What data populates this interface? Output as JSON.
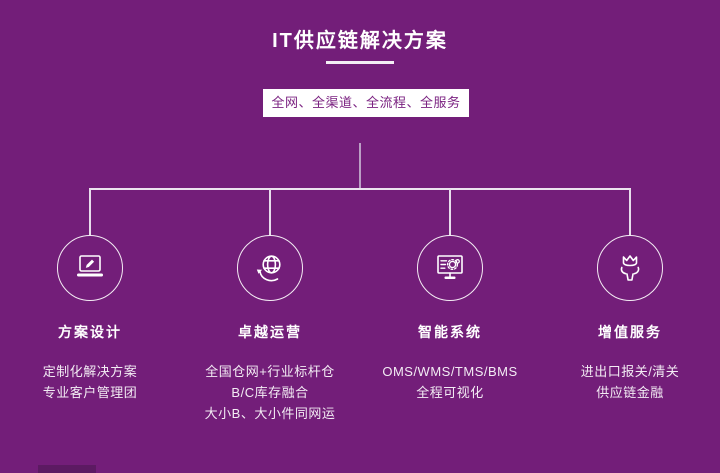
{
  "header": {
    "title": "IT供应链解决方案",
    "tagline": "全网、全渠道、全流程、全服务"
  },
  "features": [
    {
      "icon": "laptop-pencil-icon",
      "title": "方案设计",
      "lines": [
        "定制化解决方案",
        "专业客户管理团"
      ]
    },
    {
      "icon": "globe-arrow-icon",
      "title": "卓越运营",
      "lines": [
        "全国仓网+行业标杆仓",
        "B/C库存融合",
        "大小B、大小件同网运"
      ]
    },
    {
      "icon": "monitor-gear-icon",
      "title": "智能系统",
      "lines": [
        "OMS/WMS/TMS/BMS",
        "全程可视化"
      ]
    },
    {
      "icon": "hand-crown-icon",
      "title": "增值服务",
      "lines": [
        "进出口报关/清关",
        "供应链金融"
      ]
    }
  ],
  "colors": {
    "background": "#731e79",
    "tagline_text": "#7b2281",
    "line": "#ece4ef",
    "scrollbar_thumb": "#5c1a62",
    "text": "#ffffff"
  }
}
